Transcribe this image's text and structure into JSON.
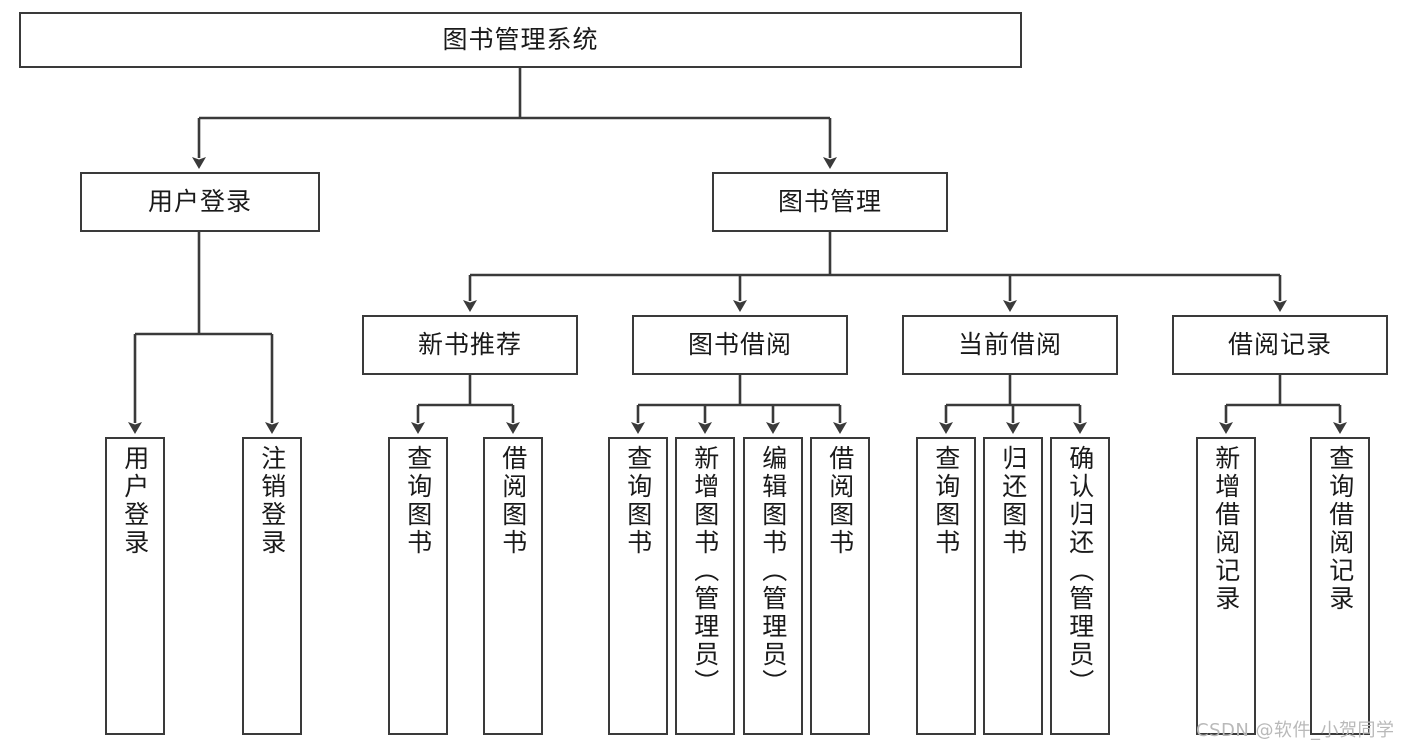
{
  "diagram": {
    "title": "图书管理系统",
    "type": "tree-hierarchy",
    "watermark": "CSDN @软件_小贺同学",
    "colors": {
      "box_border": "#3a3a3a",
      "box_fill": "#ffffff",
      "edge": "#3a3a3a",
      "text": "#1a1a1a",
      "watermark": "#b9b9b9",
      "background": "#ffffff"
    },
    "nodes": {
      "root": {
        "label": "图书管理系统"
      },
      "level1": [
        {
          "id": "user-login",
          "label": "用户登录"
        },
        {
          "id": "book-manage",
          "label": "图书管理"
        }
      ],
      "level2": [
        {
          "id": "new-book-recommend",
          "label": "新书推荐"
        },
        {
          "id": "book-borrow",
          "label": "图书借阅"
        },
        {
          "id": "current-borrow",
          "label": "当前借阅"
        },
        {
          "id": "borrow-record",
          "label": "借阅记录"
        }
      ],
      "leaves": {
        "user_login": [
          {
            "id": "leaf-user-login",
            "label": "用户登录"
          },
          {
            "id": "leaf-logout-login",
            "label": "注销登录"
          }
        ],
        "new_book_recommend": [
          {
            "id": "leaf-query-book-1",
            "label": "查询图书"
          },
          {
            "id": "leaf-borrow-book-1",
            "label": "借阅图书"
          }
        ],
        "book_borrow": [
          {
            "id": "leaf-query-book-2",
            "label": "查询图书"
          },
          {
            "id": "leaf-add-book",
            "label": "新增图书（管理员）"
          },
          {
            "id": "leaf-edit-book",
            "label": "编辑图书（管理员）"
          },
          {
            "id": "leaf-borrow-book-2",
            "label": "借阅图书"
          }
        ],
        "current_borrow": [
          {
            "id": "leaf-query-book-3",
            "label": "查询图书"
          },
          {
            "id": "leaf-return-book",
            "label": "归还图书"
          },
          {
            "id": "leaf-confirm-return",
            "label": "确认归还（管理员）"
          }
        ],
        "borrow_record": [
          {
            "id": "leaf-add-record",
            "label": "新增借阅记录"
          },
          {
            "id": "leaf-query-record",
            "label": "查询借阅记录"
          }
        ]
      }
    }
  }
}
